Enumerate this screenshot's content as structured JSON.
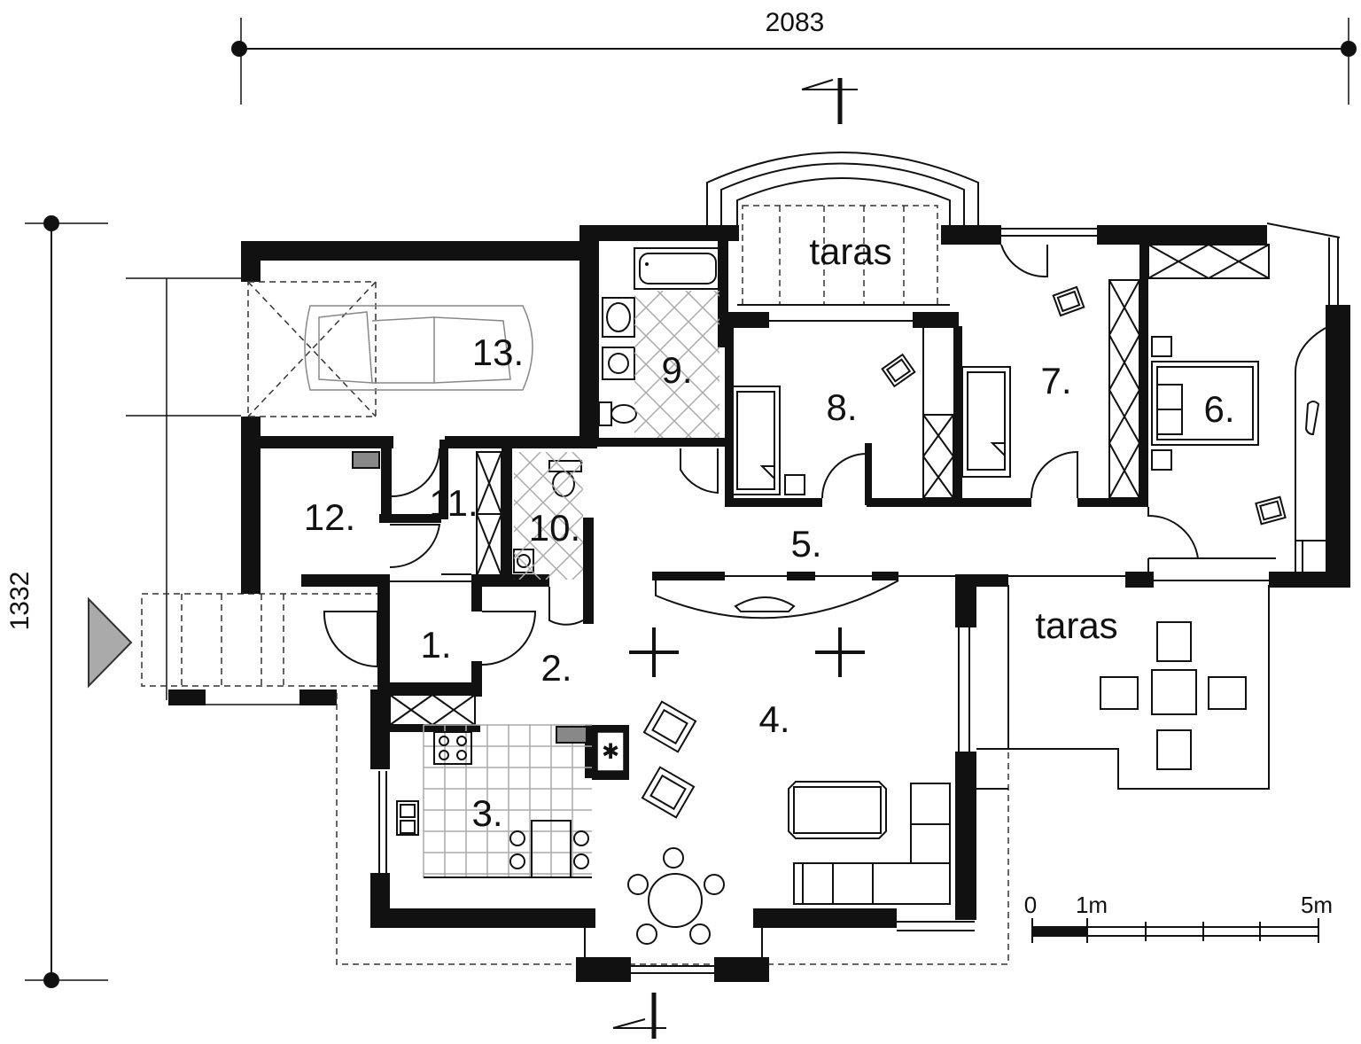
{
  "dimensions": {
    "width_label": "2083",
    "height_label": "1332"
  },
  "rooms": [
    {
      "id": "1",
      "label": "1."
    },
    {
      "id": "2",
      "label": "2."
    },
    {
      "id": "3",
      "label": "3."
    },
    {
      "id": "4",
      "label": "4."
    },
    {
      "id": "5",
      "label": "5."
    },
    {
      "id": "6",
      "label": "6."
    },
    {
      "id": "7",
      "label": "7."
    },
    {
      "id": "8",
      "label": "8."
    },
    {
      "id": "9",
      "label": "9."
    },
    {
      "id": "10",
      "label": "10."
    },
    {
      "id": "11",
      "label": "11."
    },
    {
      "id": "12",
      "label": "12."
    },
    {
      "id": "13",
      "label": "13."
    }
  ],
  "terraces": {
    "north": "taras",
    "east": "taras"
  },
  "scale_bar": {
    "zero": "0",
    "one": "1m",
    "five": "5m"
  },
  "entrance": {
    "icon": "entrance-arrow-icon"
  }
}
